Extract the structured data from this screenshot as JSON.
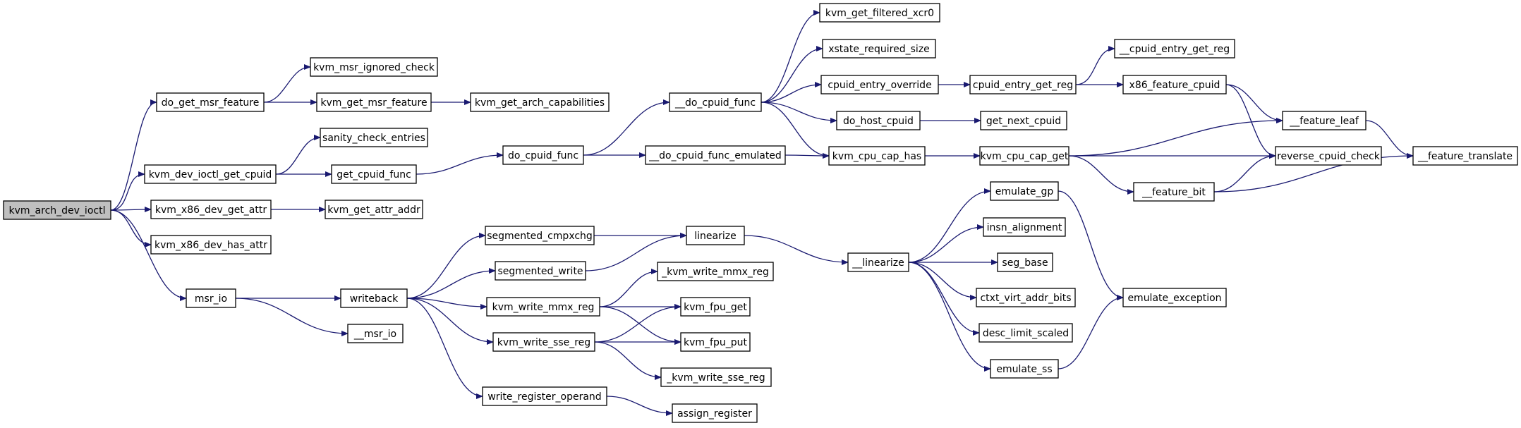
{
  "graph": {
    "edge_color": "#191970",
    "root_fill": "#bfbfbf",
    "nodes": [
      {
        "id": "kvm_arch_dev_ioctl",
        "label": "kvm_arch_dev_ioctl",
        "root": true
      },
      {
        "id": "do_get_msr_feature",
        "label": "do_get_msr_feature"
      },
      {
        "id": "kvm_dev_ioctl_get_cpuid",
        "label": "kvm_dev_ioctl_get_cpuid"
      },
      {
        "id": "kvm_x86_dev_get_attr",
        "label": "kvm_x86_dev_get_attr"
      },
      {
        "id": "kvm_x86_dev_has_attr",
        "label": "kvm_x86_dev_has_attr"
      },
      {
        "id": "msr_io",
        "label": "msr_io"
      },
      {
        "id": "kvm_msr_ignored_check",
        "label": "kvm_msr_ignored_check"
      },
      {
        "id": "kvm_get_msr_feature",
        "label": "kvm_get_msr_feature"
      },
      {
        "id": "sanity_check_entries",
        "label": "sanity_check_entries"
      },
      {
        "id": "get_cpuid_func",
        "label": "get_cpuid_func"
      },
      {
        "id": "kvm_get_attr_addr",
        "label": "kvm_get_attr_addr"
      },
      {
        "id": "writeback",
        "label": "writeback"
      },
      {
        "id": "__msr_io",
        "label": "__msr_io"
      },
      {
        "id": "kvm_get_arch_capabilities",
        "label": "kvm_get_arch_capabilities"
      },
      {
        "id": "do_cpuid_func",
        "label": "do_cpuid_func"
      },
      {
        "id": "segmented_cmpxchg",
        "label": "segmented_cmpxchg"
      },
      {
        "id": "segmented_write",
        "label": "segmented_write"
      },
      {
        "id": "kvm_write_mmx_reg",
        "label": "kvm_write_mmx_reg"
      },
      {
        "id": "kvm_write_sse_reg",
        "label": "kvm_write_sse_reg"
      },
      {
        "id": "write_register_operand",
        "label": "write_register_operand"
      },
      {
        "id": "__do_cpuid_func",
        "label": "__do_cpuid_func"
      },
      {
        "id": "__do_cpuid_func_emulated",
        "label": "__do_cpuid_func_emulated"
      },
      {
        "id": "linearize",
        "label": "linearize"
      },
      {
        "id": "_kvm_write_mmx_reg",
        "label": "_kvm_write_mmx_reg"
      },
      {
        "id": "kvm_fpu_get",
        "label": "kvm_fpu_get"
      },
      {
        "id": "kvm_fpu_put",
        "label": "kvm_fpu_put"
      },
      {
        "id": "_kvm_write_sse_reg",
        "label": "_kvm_write_sse_reg"
      },
      {
        "id": "assign_register",
        "label": "assign_register"
      },
      {
        "id": "kvm_get_filtered_xcr0",
        "label": "kvm_get_filtered_xcr0"
      },
      {
        "id": "xstate_required_size",
        "label": "xstate_required_size"
      },
      {
        "id": "cpuid_entry_override",
        "label": "cpuid_entry_override"
      },
      {
        "id": "do_host_cpuid",
        "label": "do_host_cpuid"
      },
      {
        "id": "kvm_cpu_cap_has",
        "label": "kvm_cpu_cap_has"
      },
      {
        "id": "__linearize",
        "label": "__linearize"
      },
      {
        "id": "cpuid_entry_get_reg",
        "label": "cpuid_entry_get_reg"
      },
      {
        "id": "get_next_cpuid",
        "label": "get_next_cpuid"
      },
      {
        "id": "kvm_cpu_cap_get",
        "label": "kvm_cpu_cap_get"
      },
      {
        "id": "emulate_gp",
        "label": "emulate_gp"
      },
      {
        "id": "insn_alignment",
        "label": "insn_alignment"
      },
      {
        "id": "seg_base",
        "label": "seg_base"
      },
      {
        "id": "ctxt_virt_addr_bits",
        "label": "ctxt_virt_addr_bits"
      },
      {
        "id": "desc_limit_scaled",
        "label": "desc_limit_scaled"
      },
      {
        "id": "emulate_ss",
        "label": "emulate_ss"
      },
      {
        "id": "__cpuid_entry_get_reg",
        "label": "__cpuid_entry_get_reg"
      },
      {
        "id": "x86_feature_cpuid",
        "label": "x86_feature_cpuid"
      },
      {
        "id": "__feature_bit",
        "label": "__feature_bit"
      },
      {
        "id": "emulate_exception",
        "label": "emulate_exception"
      },
      {
        "id": "__feature_leaf",
        "label": "__feature_leaf"
      },
      {
        "id": "reverse_cpuid_check",
        "label": "reverse_cpuid_check"
      },
      {
        "id": "__feature_translate",
        "label": "__feature_translate"
      }
    ],
    "edges": [
      [
        "kvm_arch_dev_ioctl",
        "do_get_msr_feature"
      ],
      [
        "kvm_arch_dev_ioctl",
        "kvm_dev_ioctl_get_cpuid"
      ],
      [
        "kvm_arch_dev_ioctl",
        "kvm_x86_dev_get_attr"
      ],
      [
        "kvm_arch_dev_ioctl",
        "kvm_x86_dev_has_attr"
      ],
      [
        "kvm_arch_dev_ioctl",
        "msr_io"
      ],
      [
        "do_get_msr_feature",
        "kvm_msr_ignored_check"
      ],
      [
        "do_get_msr_feature",
        "kvm_get_msr_feature"
      ],
      [
        "kvm_get_msr_feature",
        "kvm_get_arch_capabilities"
      ],
      [
        "kvm_dev_ioctl_get_cpuid",
        "sanity_check_entries"
      ],
      [
        "kvm_dev_ioctl_get_cpuid",
        "get_cpuid_func"
      ],
      [
        "get_cpuid_func",
        "do_cpuid_func"
      ],
      [
        "do_cpuid_func",
        "__do_cpuid_func"
      ],
      [
        "do_cpuid_func",
        "__do_cpuid_func_emulated"
      ],
      [
        "__do_cpuid_func",
        "kvm_get_filtered_xcr0"
      ],
      [
        "__do_cpuid_func",
        "xstate_required_size"
      ],
      [
        "__do_cpuid_func",
        "cpuid_entry_override"
      ],
      [
        "__do_cpuid_func",
        "do_host_cpuid"
      ],
      [
        "__do_cpuid_func",
        "kvm_cpu_cap_has"
      ],
      [
        "__do_cpuid_func_emulated",
        "kvm_cpu_cap_has"
      ],
      [
        "cpuid_entry_override",
        "cpuid_entry_get_reg"
      ],
      [
        "cpuid_entry_get_reg",
        "__cpuid_entry_get_reg"
      ],
      [
        "cpuid_entry_get_reg",
        "x86_feature_cpuid"
      ],
      [
        "x86_feature_cpuid",
        "__feature_leaf"
      ],
      [
        "x86_feature_cpuid",
        "reverse_cpuid_check"
      ],
      [
        "do_host_cpuid",
        "get_next_cpuid"
      ],
      [
        "kvm_cpu_cap_has",
        "kvm_cpu_cap_get"
      ],
      [
        "kvm_cpu_cap_get",
        "__feature_leaf"
      ],
      [
        "kvm_cpu_cap_get",
        "reverse_cpuid_check"
      ],
      [
        "kvm_cpu_cap_get",
        "__feature_bit"
      ],
      [
        "__feature_bit",
        "reverse_cpuid_check"
      ],
      [
        "__feature_bit",
        "__feature_translate"
      ],
      [
        "__feature_leaf",
        "__feature_translate"
      ],
      [
        "kvm_x86_dev_get_attr",
        "kvm_get_attr_addr"
      ],
      [
        "msr_io",
        "writeback"
      ],
      [
        "msr_io",
        "__msr_io"
      ],
      [
        "writeback",
        "segmented_cmpxchg"
      ],
      [
        "writeback",
        "segmented_write"
      ],
      [
        "writeback",
        "kvm_write_mmx_reg"
      ],
      [
        "writeback",
        "kvm_write_sse_reg"
      ],
      [
        "writeback",
        "write_register_operand"
      ],
      [
        "segmented_cmpxchg",
        "linearize"
      ],
      [
        "segmented_write",
        "linearize"
      ],
      [
        "linearize",
        "__linearize"
      ],
      [
        "kvm_write_mmx_reg",
        "_kvm_write_mmx_reg"
      ],
      [
        "kvm_write_mmx_reg",
        "kvm_fpu_get"
      ],
      [
        "kvm_write_mmx_reg",
        "kvm_fpu_put"
      ],
      [
        "kvm_write_sse_reg",
        "kvm_fpu_get"
      ],
      [
        "kvm_write_sse_reg",
        "kvm_fpu_put"
      ],
      [
        "kvm_write_sse_reg",
        "_kvm_write_sse_reg"
      ],
      [
        "write_register_operand",
        "assign_register"
      ],
      [
        "__linearize",
        "emulate_gp"
      ],
      [
        "__linearize",
        "insn_alignment"
      ],
      [
        "__linearize",
        "seg_base"
      ],
      [
        "__linearize",
        "ctxt_virt_addr_bits"
      ],
      [
        "__linearize",
        "desc_limit_scaled"
      ],
      [
        "__linearize",
        "emulate_ss"
      ],
      [
        "emulate_gp",
        "emulate_exception"
      ],
      [
        "emulate_ss",
        "emulate_exception"
      ]
    ]
  }
}
